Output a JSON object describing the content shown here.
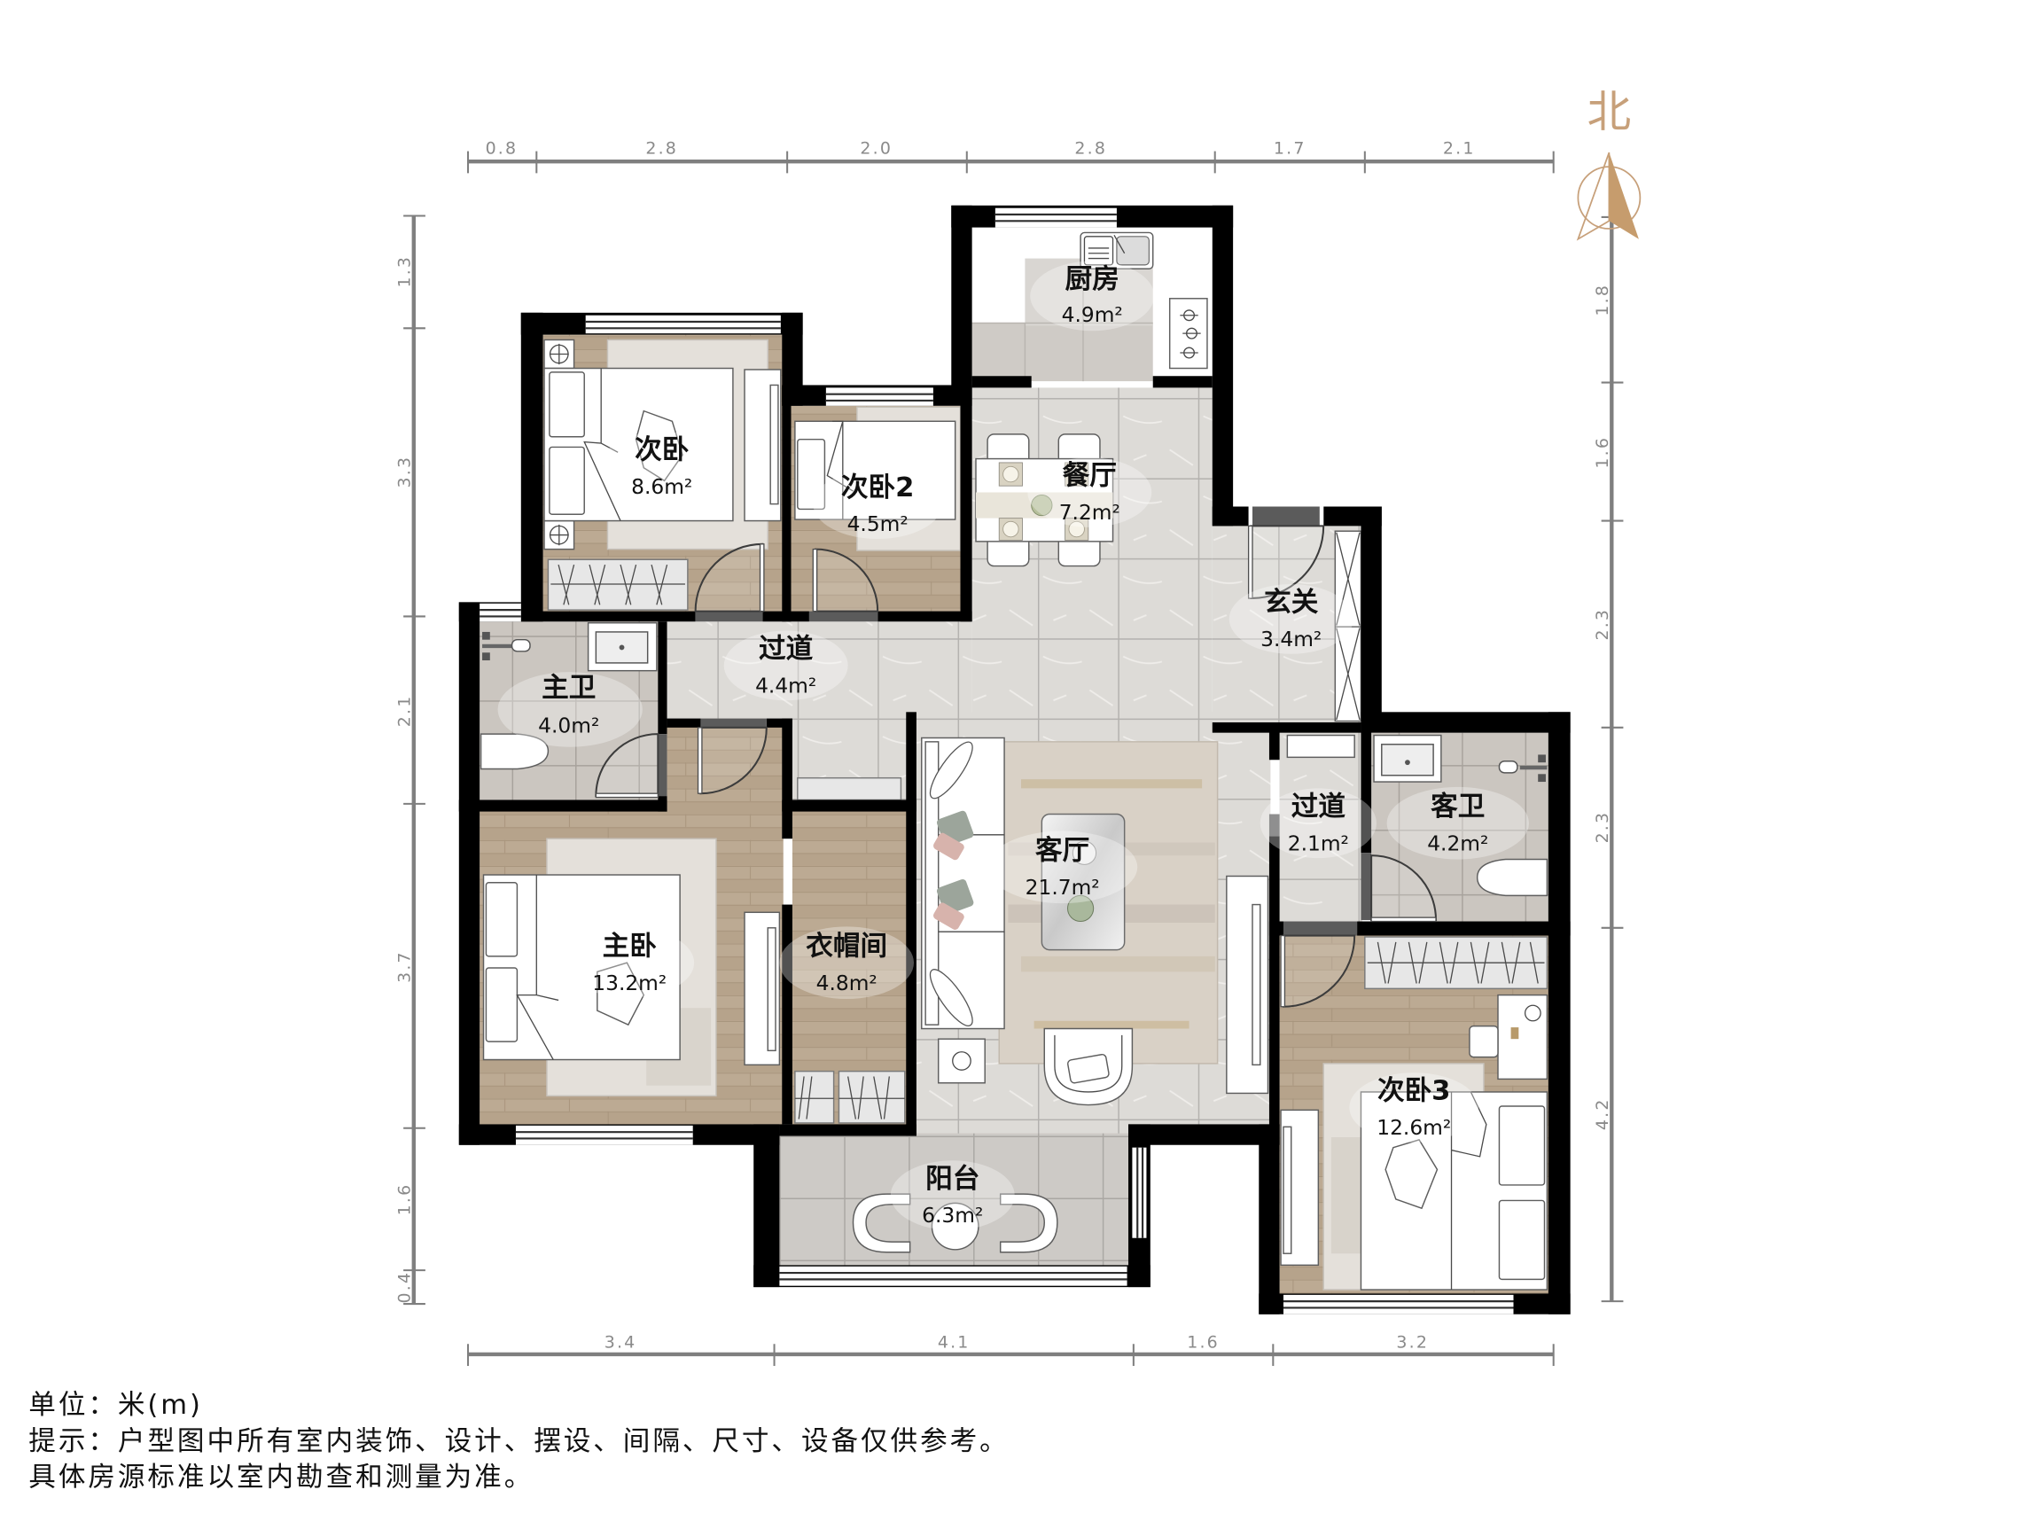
{
  "compass": {
    "label": "北"
  },
  "dimensions": {
    "unit": "m",
    "top": [
      "0.8",
      "2.8",
      "2.0",
      "2.8",
      "1.7",
      "2.1"
    ],
    "bottom": [
      "3.4",
      "4.1",
      "1.6",
      "3.2"
    ],
    "left": [
      "1.3",
      "3.3",
      "2.1",
      "3.7",
      "1.6",
      "0.4"
    ],
    "right": [
      "1.8",
      "1.6",
      "2.3",
      "2.3",
      "4.2"
    ]
  },
  "rooms": [
    {
      "name": "厨房",
      "area": "4.9m²"
    },
    {
      "name": "次卧",
      "area": "8.6m²"
    },
    {
      "name": "次卧2",
      "area": "4.5m²"
    },
    {
      "name": "餐厅",
      "area": "7.2m²"
    },
    {
      "name": "玄关",
      "area": "3.4m²"
    },
    {
      "name": "过道",
      "area": "4.4m²"
    },
    {
      "name": "主卫",
      "area": "4.0m²"
    },
    {
      "name": "客厅",
      "area": "21.7m²"
    },
    {
      "name": "过道",
      "area": "2.1m²"
    },
    {
      "name": "客卫",
      "area": "4.2m²"
    },
    {
      "name": "主卧",
      "area": "13.2m²"
    },
    {
      "name": "衣帽间",
      "area": "4.8m²"
    },
    {
      "name": "次卧3",
      "area": "12.6m²"
    },
    {
      "name": "阳台",
      "area": "6.3m²"
    }
  ],
  "footer": {
    "unit": "单位：米(m)",
    "note_line1": "提示：户型图中所有室内装饰、设计、摆设、间隔、尺寸、设备仅供参考。",
    "note_line2": "具体房源标准以室内勘查和测量为准。"
  },
  "colors": {
    "wall": "#000000",
    "wood_floor": "#bcaa93",
    "tile_floor": "#dddbd7",
    "bath_tile": "#cbc6c0",
    "dimension": "#7f7f7f",
    "compass": "#c7a07a"
  }
}
